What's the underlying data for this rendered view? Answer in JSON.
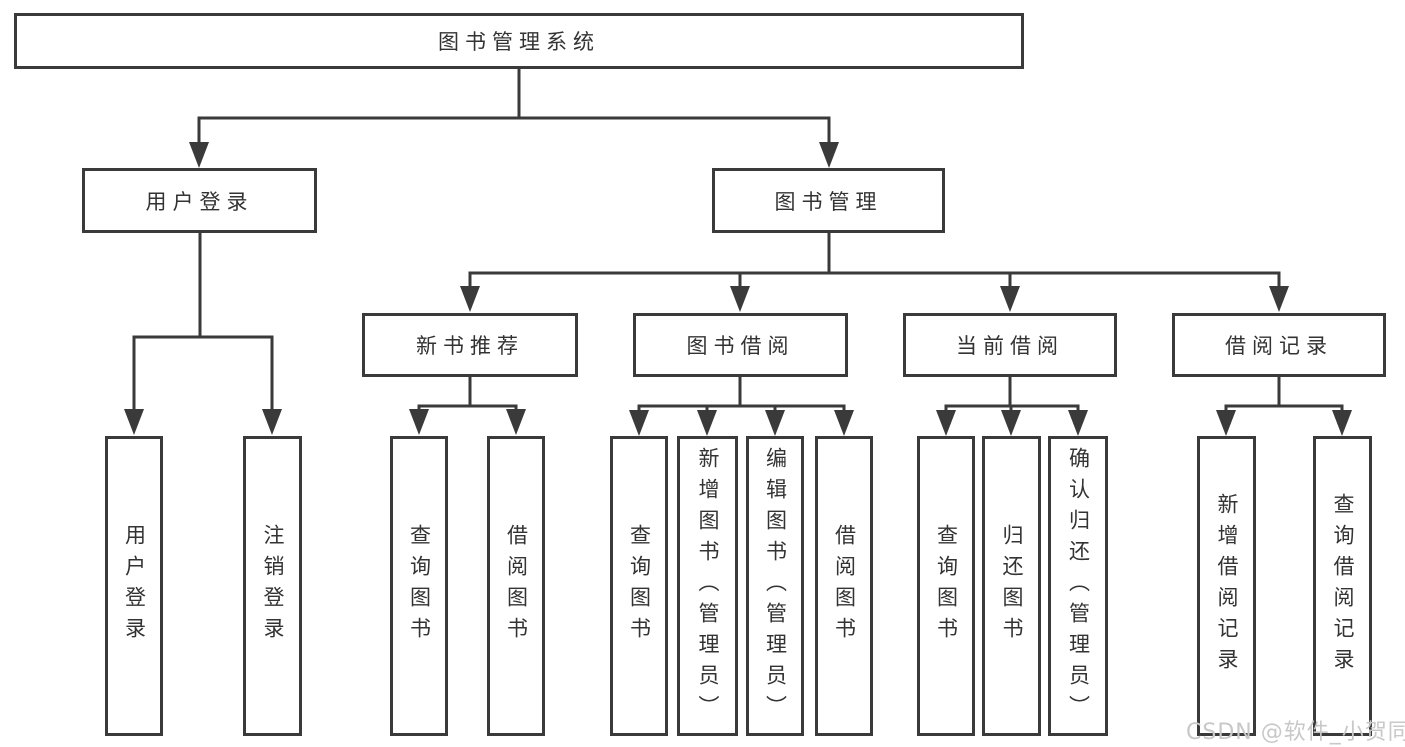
{
  "diagram": {
    "root": {
      "label": "图书管理系统"
    },
    "level2": [
      {
        "label": "用户登录",
        "children": [
          "用户登录",
          "注销登录"
        ]
      },
      {
        "label": "图书管理"
      }
    ],
    "groups": [
      {
        "label": "新书推荐",
        "children": [
          "查询图书",
          "借阅图书"
        ]
      },
      {
        "label": "图书借阅",
        "children": [
          "查询图书",
          "新增图书（管理员）",
          "编辑图书（管理员）",
          "借阅图书"
        ]
      },
      {
        "label": "当前借阅",
        "children": [
          "查询图书",
          "归还图书",
          "确认归还（管理员）"
        ]
      },
      {
        "label": "借阅记录",
        "children": [
          "新增借阅记录",
          "查询借阅记录"
        ]
      }
    ],
    "watermark": "CSDN @软件_小贺同学",
    "colors": {
      "line": "#3a3a3a",
      "text": "#333333",
      "watermark": "#c8c8c8",
      "background": "#ffffff"
    }
  }
}
